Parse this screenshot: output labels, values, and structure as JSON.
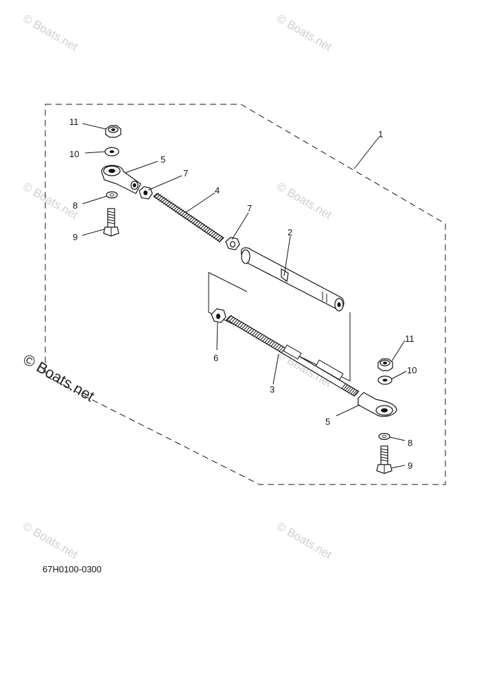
{
  "diagram_code": "67H0100-0300",
  "watermark": {
    "text": "© Boats.net",
    "main_text": "© Boats.net"
  },
  "callouts": {
    "c1": "1",
    "c2": "2",
    "c3": "3",
    "c4": "4",
    "c5a": "5",
    "c5b": "5",
    "c6": "6",
    "c7a": "7",
    "c7b": "7",
    "c8a": "8",
    "c8b": "8",
    "c9a": "9",
    "c9b": "9",
    "c10a": "10",
    "c10b": "10",
    "c11a": "11",
    "c11b": "11"
  }
}
